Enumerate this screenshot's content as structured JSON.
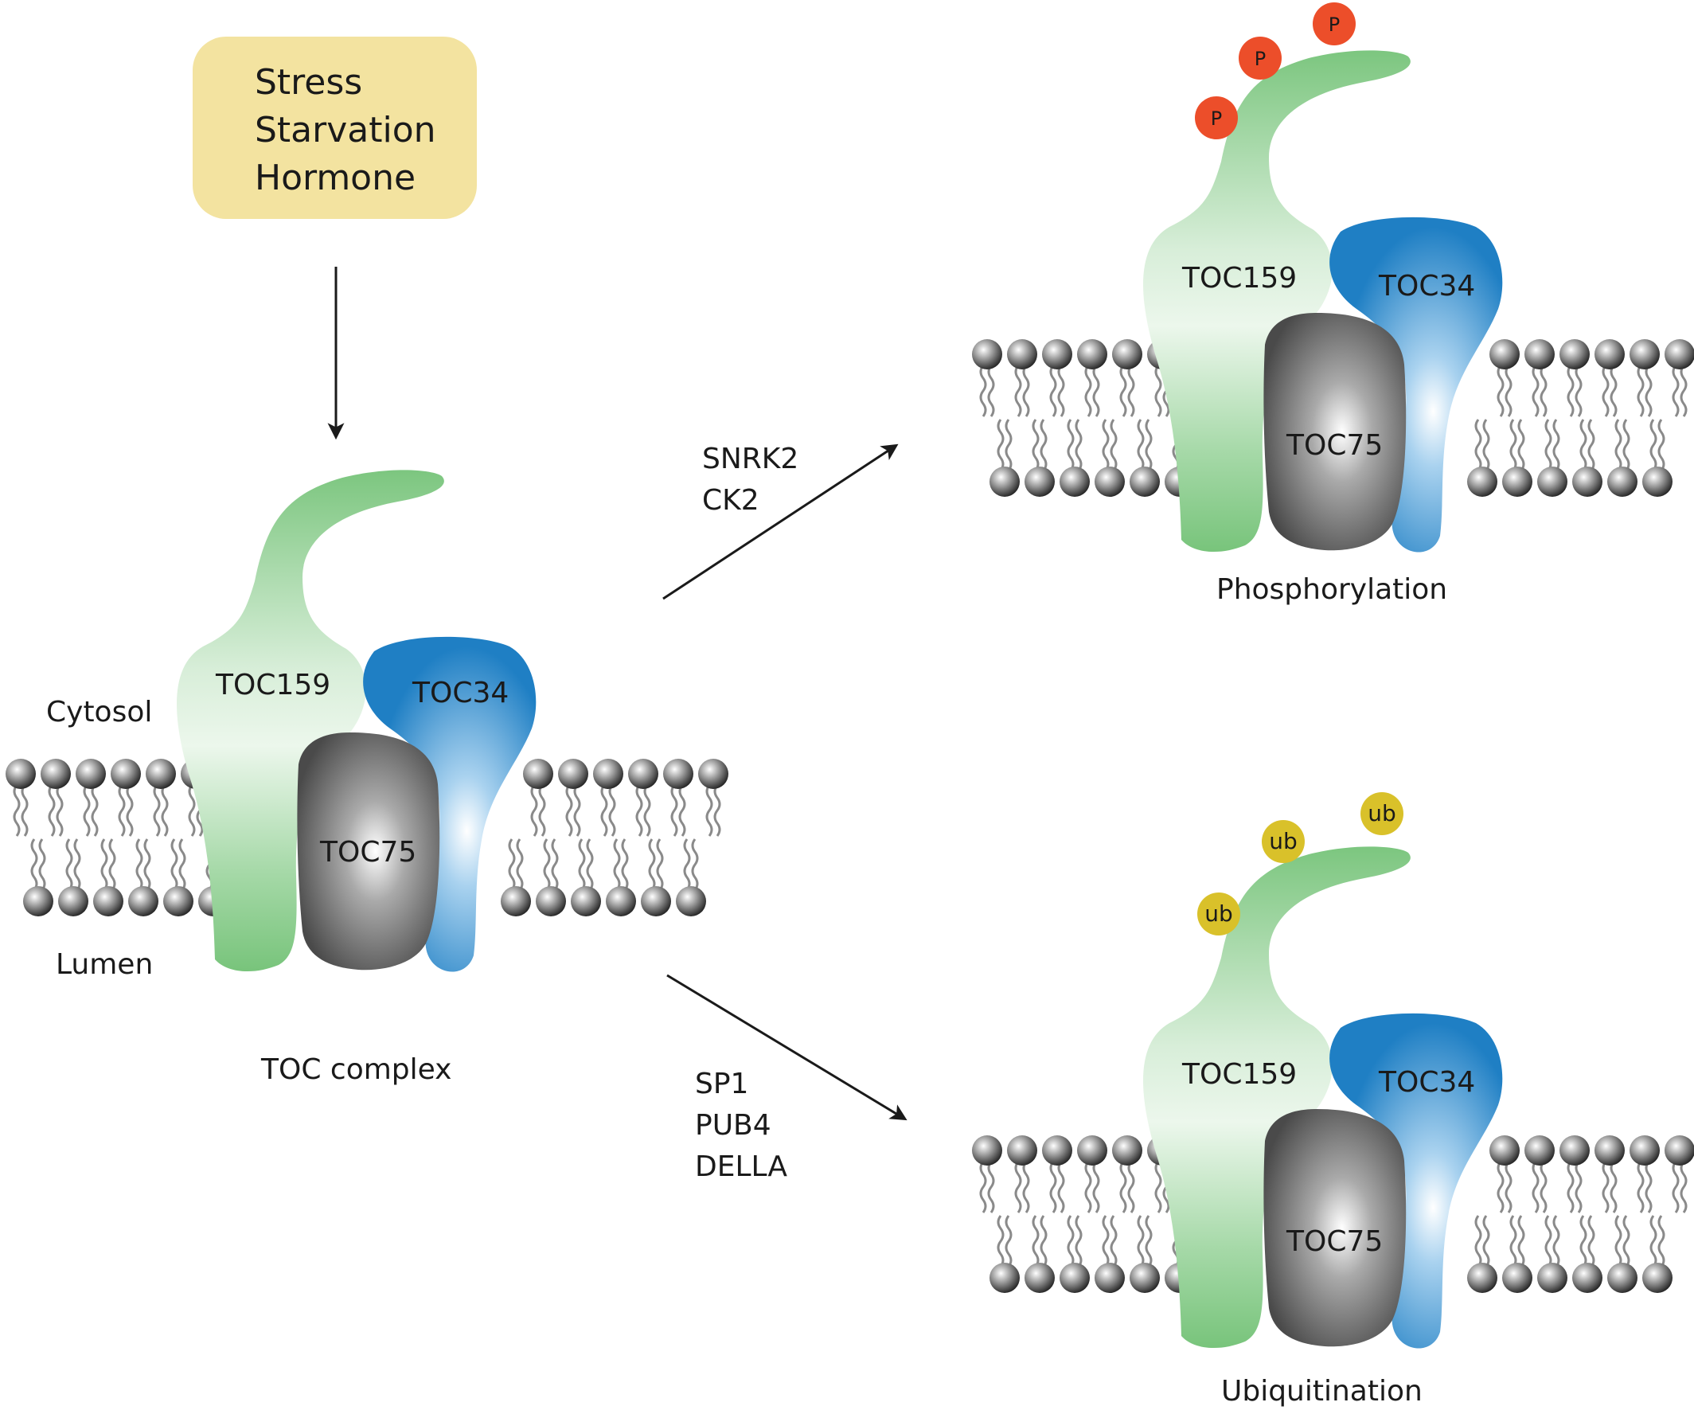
{
  "stimulus": {
    "lines": [
      "Stress",
      "Starvation",
      "Hormone"
    ]
  },
  "left_complex": {
    "cytosol_label": "Cytosol",
    "lumen_label": "Lumen",
    "toc159": "TOC159",
    "toc34": "TOC34",
    "toc75": "TOC75",
    "caption": "TOC complex"
  },
  "top_path": {
    "enzymes": [
      "SNRK2",
      "CK2"
    ],
    "toc159": "TOC159",
    "toc34": "TOC34",
    "toc75": "TOC75",
    "mark": "P",
    "caption": "Phosphorylation"
  },
  "bottom_path": {
    "enzymes": [
      "SP1",
      "PUB4",
      "DELLA"
    ],
    "toc159": "TOC159",
    "toc34": "TOC34",
    "toc75": "TOC75",
    "mark": "ub",
    "caption": "Ubiquitination"
  },
  "colors": {
    "stimulus_box": "#f3e3a0",
    "toc159_green": "#7cc67f",
    "toc34_blue": "#1f7fc4",
    "toc75_gray": "#5e5e5e",
    "phospho_red": "#ec4e2a",
    "ubiquitin_yellow": "#d9c12a"
  }
}
